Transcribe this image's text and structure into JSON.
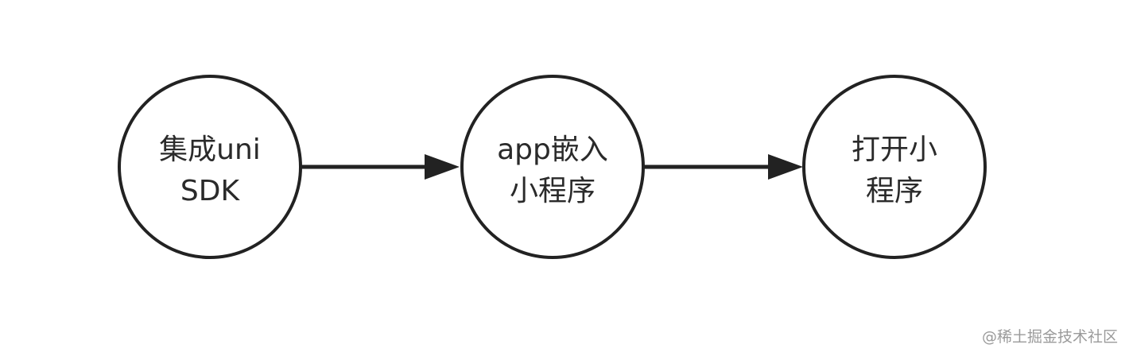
{
  "diagram": {
    "nodes": [
      {
        "id": "n1",
        "lines": [
          "集成uni",
          "SDK"
        ]
      },
      {
        "id": "n2",
        "lines": [
          "app嵌入",
          "小程序"
        ]
      },
      {
        "id": "n3",
        "lines": [
          "打开小",
          "程序"
        ]
      }
    ],
    "edges": [
      {
        "from": "n1",
        "to": "n2"
      },
      {
        "from": "n2",
        "to": "n3"
      }
    ]
  },
  "watermark": "@稀土掘金技术社区"
}
